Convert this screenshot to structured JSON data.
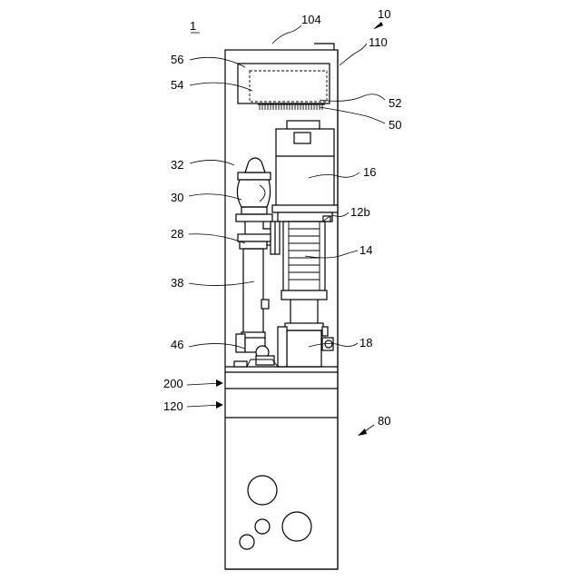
{
  "diagram": {
    "labels": {
      "l1": "1",
      "l10": "10",
      "l104": "104",
      "l110": "110",
      "l56": "56",
      "l54": "54",
      "l52": "52",
      "l50": "50",
      "l32": "32",
      "l16": "16",
      "l30": "30",
      "l12b": "12b",
      "l28": "28",
      "l14": "14",
      "l38": "38",
      "l46": "46",
      "l18": "18",
      "l200": "200",
      "l120": "120",
      "l80": "80"
    }
  }
}
